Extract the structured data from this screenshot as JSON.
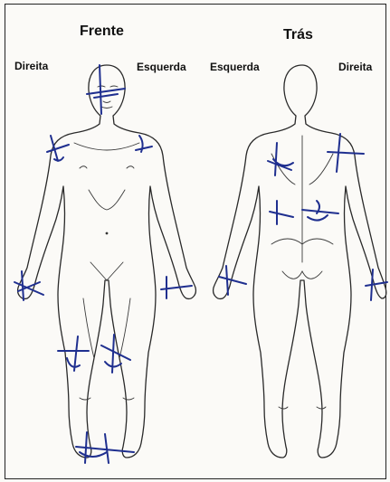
{
  "labels": {
    "front_title": "Frente",
    "back_title": "Trás",
    "front_right": "Direita",
    "front_left": "Esquerda",
    "back_left": "Esquerda",
    "back_right": "Direita"
  },
  "colors": {
    "ink_marks": "#1f2f8f",
    "outline": "#2a2a2a"
  }
}
